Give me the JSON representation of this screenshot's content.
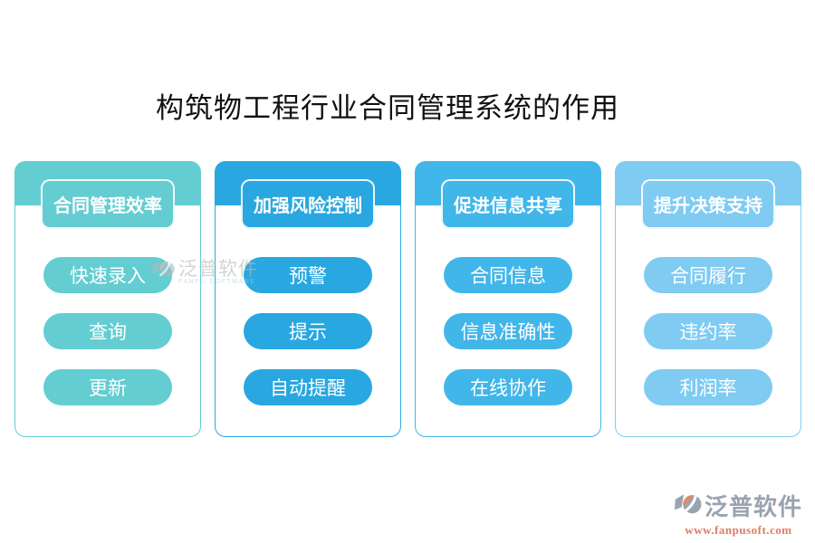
{
  "title": "构筑物工程行业合同管理系统的作用",
  "columns": [
    {
      "title": "合同管理效率",
      "color": "#63CDD2",
      "items": [
        "快速录入",
        "查询",
        "更新"
      ]
    },
    {
      "title": "加强风险控制",
      "color": "#29A7E0",
      "items": [
        "预警",
        "提示",
        "自动提醒"
      ]
    },
    {
      "title": "促进信息共享",
      "color": "#41B6E9",
      "items": [
        "合同信息",
        "信息准确性",
        "在线协作"
      ]
    },
    {
      "title": "提升决策支持",
      "color": "#7FCBF2",
      "items": [
        "合同履行",
        "违约率",
        "利润率"
      ]
    }
  ],
  "watermark": {
    "text": "泛普软件",
    "subtext": "FANPU SOFTWARE"
  },
  "footer": {
    "brand": "泛普软件",
    "url": "www.fanpusoft.com",
    "brand_color": "#9aa3b1",
    "url_color": "#de7c5f"
  }
}
